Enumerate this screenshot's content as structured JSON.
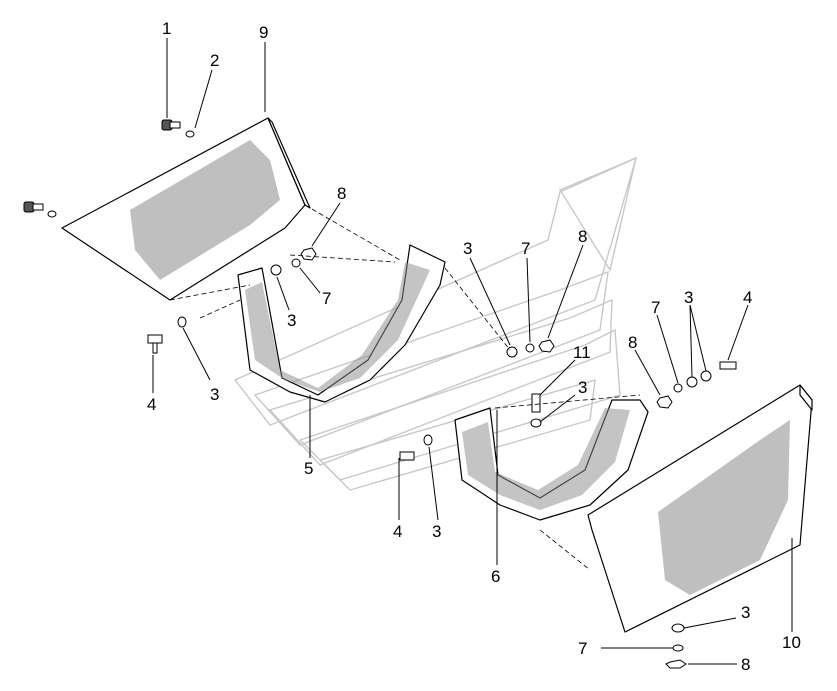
{
  "callouts": {
    "c1": "1",
    "c2": "2",
    "c9": "9",
    "c8a": "8",
    "c3a": "3",
    "c7a": "7",
    "c4a": "4",
    "c3b": "3",
    "c5": "5",
    "c3c": "3",
    "c7b": "7",
    "c8b": "8",
    "c11": "11",
    "c3d": "3",
    "c4b": "4",
    "c3e": "3",
    "c6": "6",
    "c8c": "8",
    "c7c": "7",
    "c3f": "3",
    "c4c": "4",
    "c3g": "3",
    "c7d": "7",
    "c8d": "8",
    "c10": "10"
  },
  "colors": {
    "line": "#000000",
    "ghost_arrows": "#c8c8c8",
    "perforation": "#8a8a8a"
  }
}
